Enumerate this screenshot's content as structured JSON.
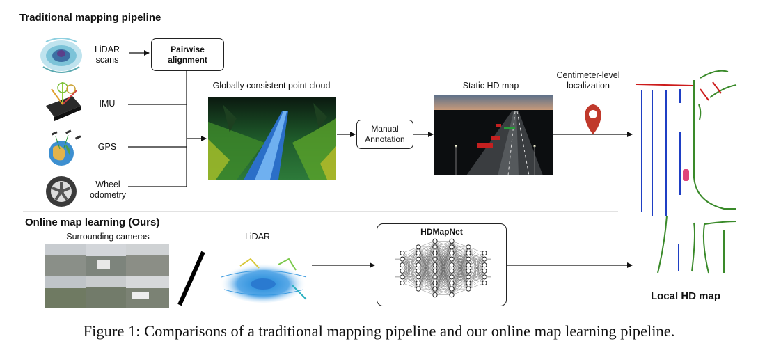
{
  "headers": {
    "traditional": "Traditional mapping pipeline",
    "online": "Online map learning (Ours)"
  },
  "sensors": {
    "lidar": "LiDAR\nscans",
    "imu": "IMU",
    "gps": "GPS",
    "wheel": "Wheel\nodometry"
  },
  "boxes": {
    "pairwise": "Pairwise\nalignment",
    "manual": "Manual\nAnnotation",
    "hdmapnet": "HDMapNet"
  },
  "labels": {
    "point_cloud": "Globally consistent point cloud",
    "static_map": "Static HD map",
    "localization": "Centimeter-level\nlocalization",
    "cameras": "Surrounding cameras",
    "lidar_online": "LiDAR",
    "local_map": "Local HD map"
  },
  "caption": "Figure 1: Comparisons of a traditional mapping pipeline and our online map learning pipeline.",
  "colors": {
    "pin": "#c0392b",
    "lane_blue": "#1f3fc4",
    "road_green": "#3a8a2a",
    "crossing_red": "#cc1b1b",
    "car_pink": "#e0457b"
  }
}
